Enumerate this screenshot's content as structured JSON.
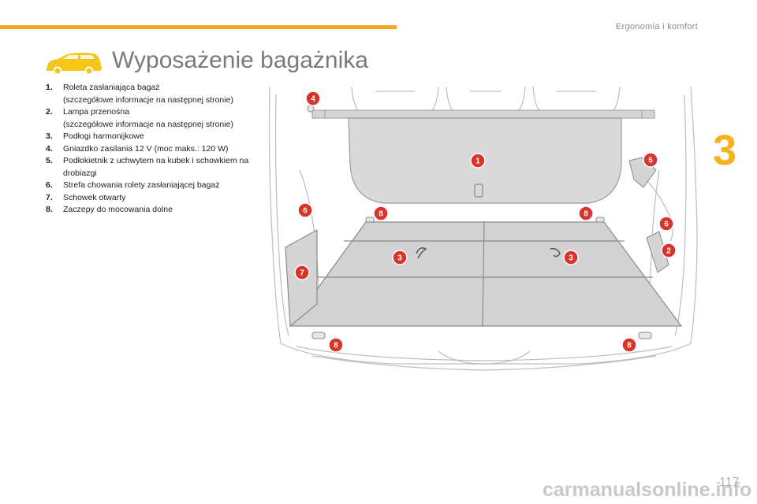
{
  "header": {
    "section_title": "Ergonomia i komfort",
    "chapter_number": "3"
  },
  "page": {
    "title": "Wyposażenie bagażnika",
    "number": "117"
  },
  "items": [
    {
      "num": "1.",
      "text": "Roleta zasłaniająca bagaż",
      "sub": "(szczegółowe informacje na następnej stronie)"
    },
    {
      "num": "2.",
      "text": "Lampa przenośna",
      "sub": "(szczegółowe informacje na następnej stronie)"
    },
    {
      "num": "3.",
      "text": "Podłogi harmonijkowe",
      "sub": ""
    },
    {
      "num": "4.",
      "text": "Gniazdko zasilania 12 V (moc maks.: 120 W)",
      "sub": ""
    },
    {
      "num": "5.",
      "text": "Podłokietnik z uchwytem na kubek i schowkiem na drobiazgi",
      "sub": ""
    },
    {
      "num": "6.",
      "text": "Strefa chowania rolety zasłaniającej bagaż",
      "sub": ""
    },
    {
      "num": "7.",
      "text": "Schowek otwarty",
      "sub": ""
    },
    {
      "num": "8.",
      "text": "Zaczepy do mocowania dolne",
      "sub": ""
    }
  ],
  "badges": {
    "b1": "1",
    "b2": "2",
    "b3a": "3",
    "b3b": "3",
    "b4": "4",
    "b5": "5",
    "b6a": "6",
    "b6b": "6",
    "b7": "7",
    "b8a": "8",
    "b8b": "8",
    "b8c": "8",
    "b8d": "8"
  },
  "colors": {
    "accent": "#f5a623",
    "badge": "#d9342b",
    "car_icon": "#f5c518"
  },
  "watermark": "carmanualsonline.info"
}
